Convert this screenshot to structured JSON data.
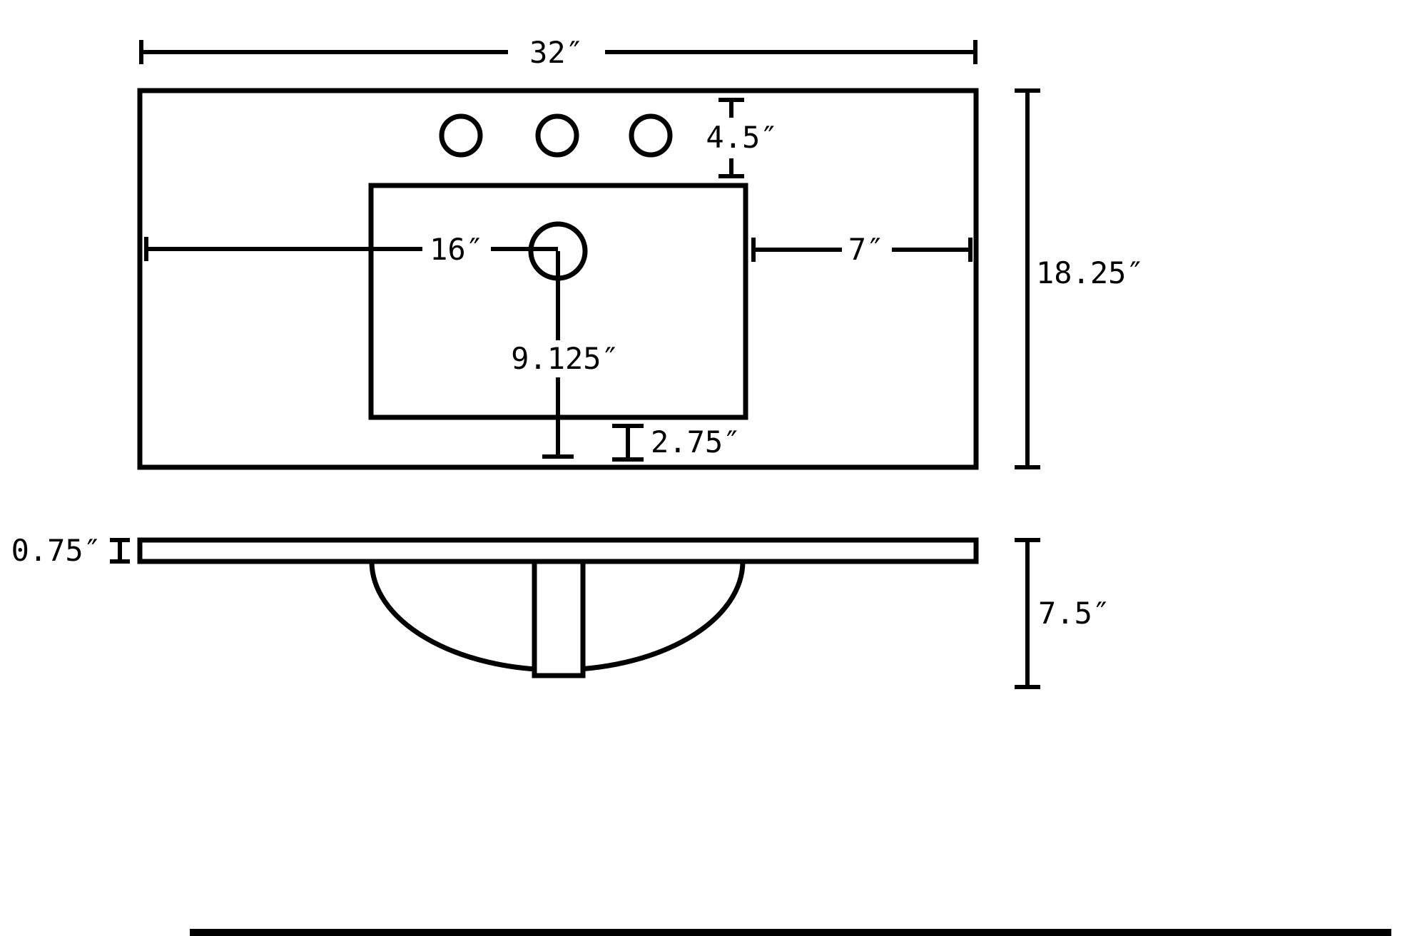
{
  "diagram": {
    "type": "technical-dimension-drawing",
    "subject": "bathroom vanity sink top — plan view and front section view",
    "units": "inches",
    "top_view": {
      "overall_width_label": "32″",
      "faucet_hole_offset_label": "4.5″",
      "drain_from_left_label": "16″",
      "basin_right_margin_label": "7″",
      "overall_depth_label": "18.25″",
      "drain_to_front_label": "9.125″",
      "basin_front_gap_label": "2.75″",
      "faucet_hole_count": 3
    },
    "side_view": {
      "slab_thickness_label": "0.75″",
      "overall_height_label": "7.5″"
    },
    "colors": {
      "line": "#000000",
      "background": "#ffffff"
    }
  }
}
